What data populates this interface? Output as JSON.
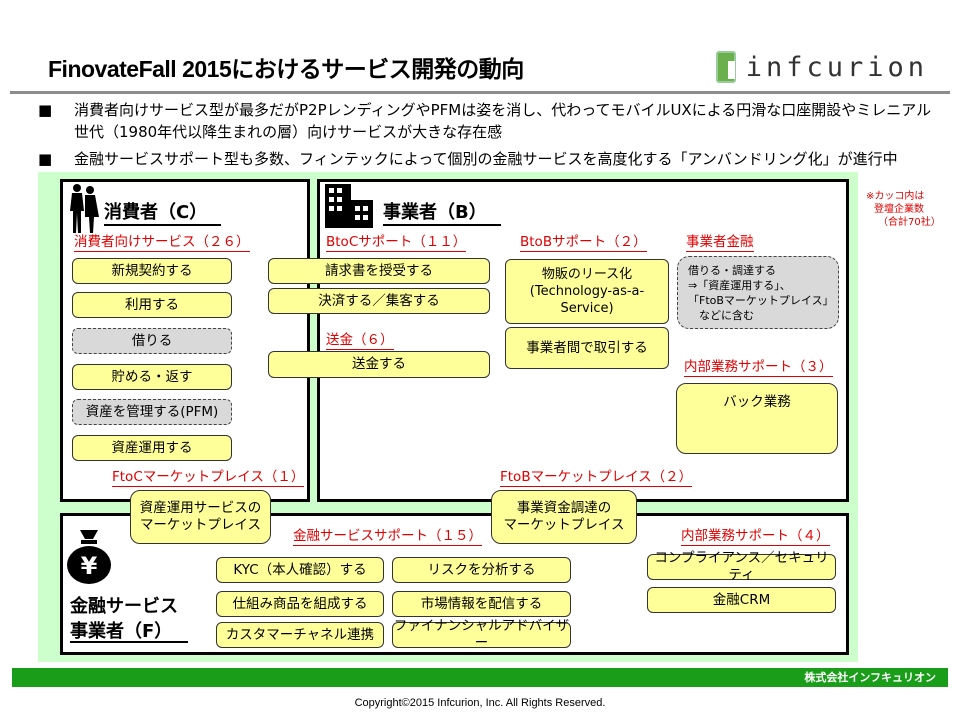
{
  "title": "FinovateFall 2015におけるサービス開発の動向",
  "logo": "infcurion",
  "bullets": [
    "消費者向けサービス型が最多だがP2PレンディングやPFMは姿を消し、代わってモバイルUXによる円滑な口座開設やミレニアル世代（1980年代以降生まれの層）向けサービスが大きな存在感",
    "金融サービスサポート型も多数、フィンテックによって個別の金融サービスを高度化する「アンバンドリング化」が進行中"
  ],
  "bullet_marker": "■",
  "note": [
    "※カッコ内は",
    "登壇企業数",
    "（合計70社）"
  ],
  "consumer": {
    "heading": "消費者（C）",
    "category": "消費者向けサービス（２６）",
    "items": [
      "新規契約する",
      "利用する",
      "借りる",
      "貯める・返す",
      "資産を管理する(PFM)",
      "資産運用する"
    ]
  },
  "business": {
    "heading": "事業者（B）",
    "btoc": "BtoCサポート（１１）",
    "btoc_items": [
      "請求書を授受する",
      "決済する／集客する"
    ],
    "remit": "送金（６）",
    "remit_items": [
      "送金する"
    ],
    "btob": "BtoBサポート（２）",
    "btob_items": [
      "物販のリース化\n(Technology-as-a-Service)",
      "事業者間で取引する"
    ],
    "finance": "事業者金融",
    "finance_note": "借りる・調達する\n⇒「資産運用する」、\n「FtoBマーケットプレイス」\n　などに含む",
    "internal": "内部業務サポート（３）",
    "internal_items": [
      "バック業務"
    ]
  },
  "marketplaces": {
    "ftoc": "FtoCマーケットプレイス（１）",
    "ftoc_item": "資産運用サービスの\nマーケットプレイス",
    "ftob": "FtoBマーケットプレイス（２）",
    "ftob_item": "事業資金調達の\nマーケットプレイス"
  },
  "financial": {
    "heading": "金融サービス\n事業者（F）",
    "support": "金融サービスサポート（１５）",
    "support_items": [
      "KYC（本人確認）する",
      "仕組み商品を組成する",
      "カスタマーチャネル連携",
      "リスクを分析する",
      "市場情報を配信する",
      "ファイナンシャルアドバイザー"
    ],
    "internal": "内部業務サポート（４）",
    "internal_items": [
      "コンプライアンス／セキュリティ",
      "金融CRM"
    ]
  },
  "footer": {
    "company": "株式会社インフキュリオン",
    "copyright": "Copyright©2015  Infcurion,  Inc. All Rights Reserved."
  }
}
